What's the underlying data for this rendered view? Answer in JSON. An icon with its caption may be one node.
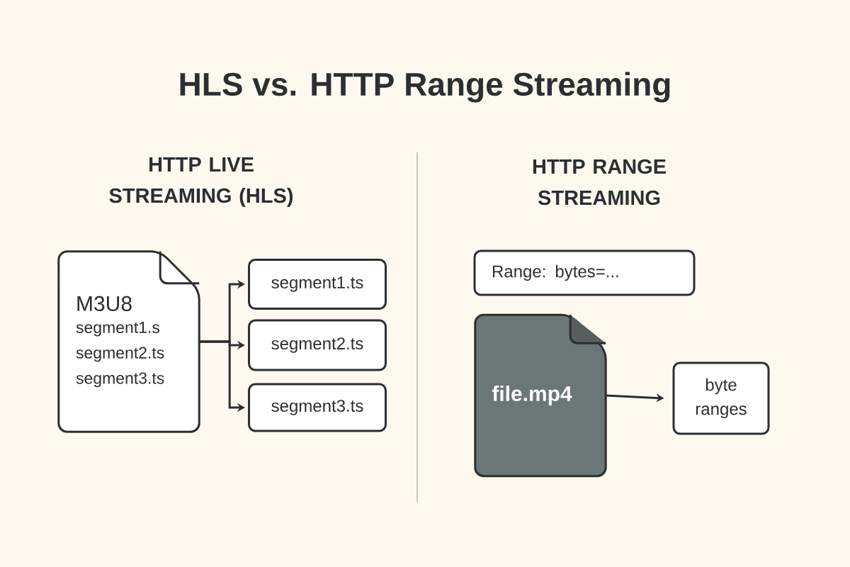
{
  "diagram": {
    "title": "HLS vs. HTTP Range Streaming",
    "nodes": [
      {
        "text": [
          "M3U8",
          "segment1.s",
          "segment2.ts",
          "segment3.ts"
        ]
      },
      {
        "text": [
          "segment1.ts"
        ]
      },
      {
        "text": [
          "segment2.ts"
        ]
      },
      {
        "text": [
          "segment3.ts"
        ]
      },
      {
        "text": [
          "Range: bytes=..."
        ]
      },
      {
        "text": [
          "file.mp4"
        ]
      },
      {
        "text": [
          "byte ranges"
        ]
      }
    ],
    "edges": [
      {
        "from": 0,
        "to": 1,
        "arrow": "to"
      },
      {
        "from": 0,
        "to": 2,
        "arrow": "to"
      },
      {
        "from": 0,
        "to": 3,
        "arrow": "to"
      },
      {
        "from": 5,
        "to": 6,
        "arrow": "to"
      }
    ],
    "labels": [
      "HTTP LIVE STREAMING (HLS)",
      "HTTP RANGE STREAMING"
    ]
  }
}
